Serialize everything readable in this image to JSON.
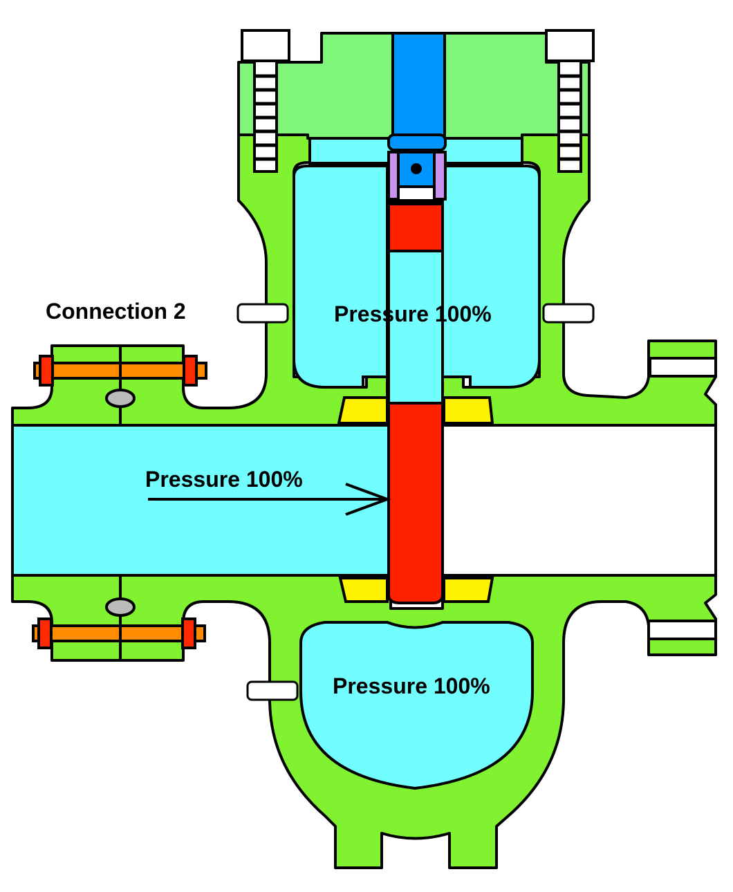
{
  "diagram": {
    "labels": {
      "connection": "Connection 2",
      "upper_cavity": "Pressure 100%",
      "inlet_pipe": "Pressure 100%",
      "lower_cavity": "Pressure 100%"
    },
    "colors": {
      "body": "#80F22F",
      "bonnet": "#7FF57A",
      "fluid": "#72FDFF",
      "gate": "#FF2200",
      "stem": "#0096FF",
      "seat": "#FFF200",
      "bolt": "#FF8C00",
      "nut": "#FF2A00",
      "connector": "#C993F0",
      "outline": "#000000"
    }
  }
}
